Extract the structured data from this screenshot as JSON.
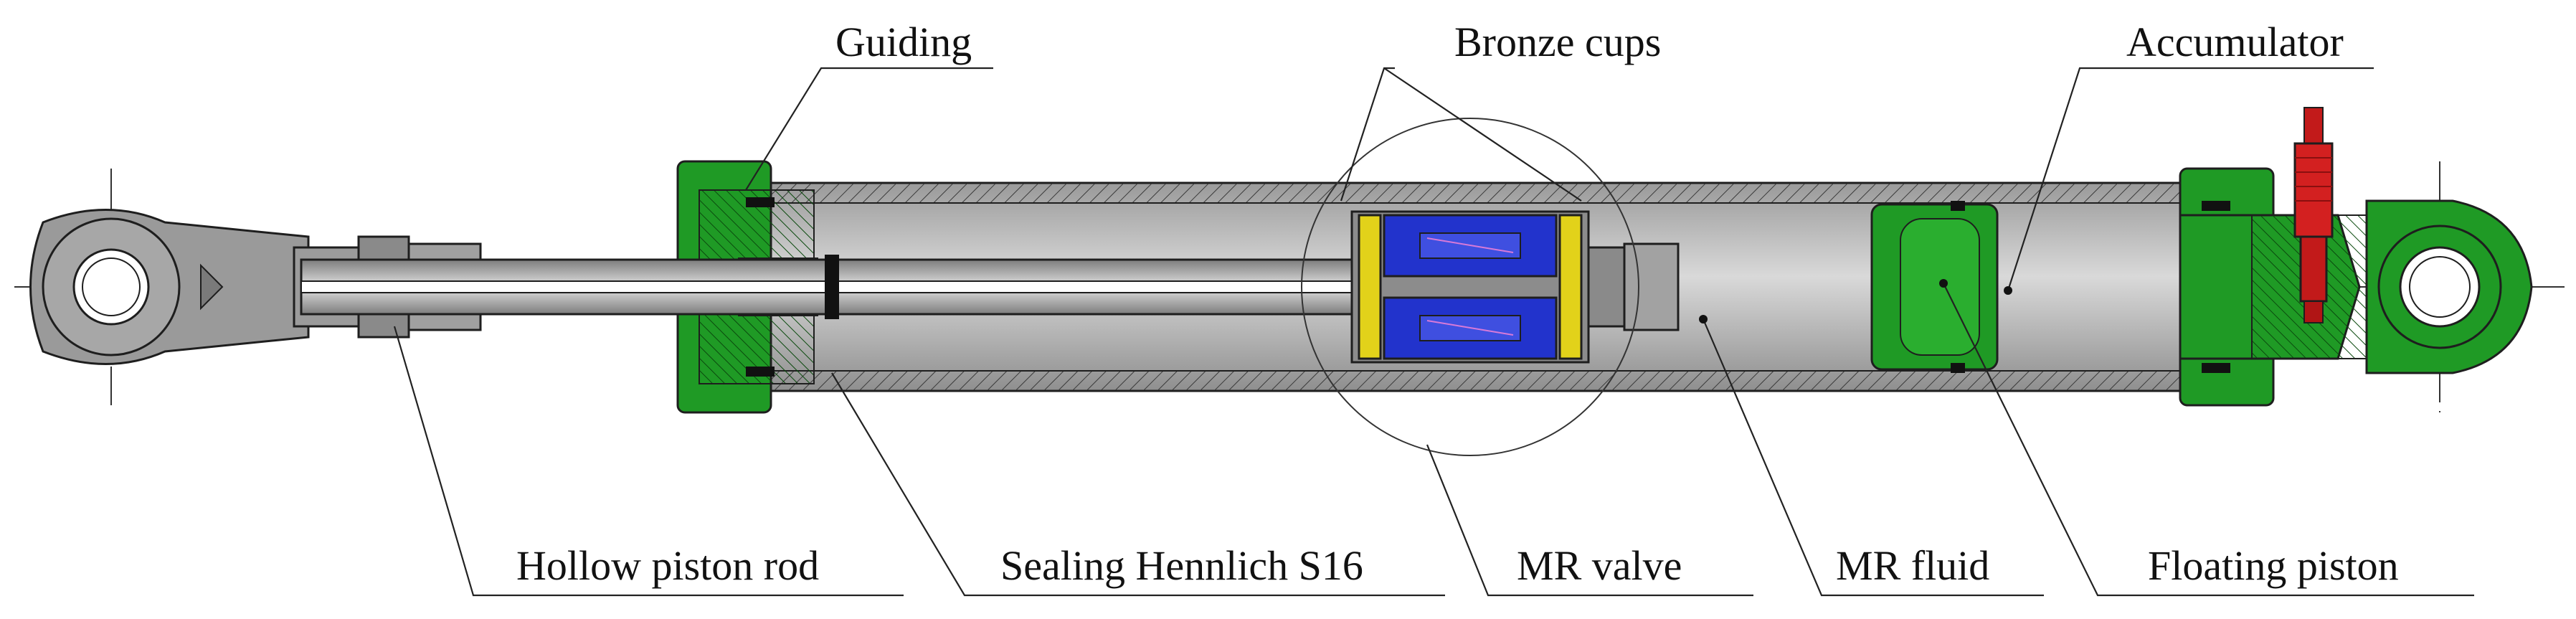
{
  "labels": {
    "guiding": "Guiding",
    "bronze_cups": "Bronze cups",
    "accumulator": "Accumulator",
    "hollow_piston_rod": "Hollow piston rod",
    "sealing": "Sealing Hennlich S16",
    "mr_valve": "MR valve",
    "mr_fluid": "MR fluid",
    "floating_piston": "Floating piston"
  },
  "colors": {
    "green": "#1f9a25",
    "green_dark": "#0f6a14",
    "gray": "#b9b9b9",
    "gray_light": "#d6d6d6",
    "gray_dark": "#8a8a8a",
    "blue": "#2233cc",
    "yellow": "#e2d21a",
    "red": "#d32020"
  }
}
